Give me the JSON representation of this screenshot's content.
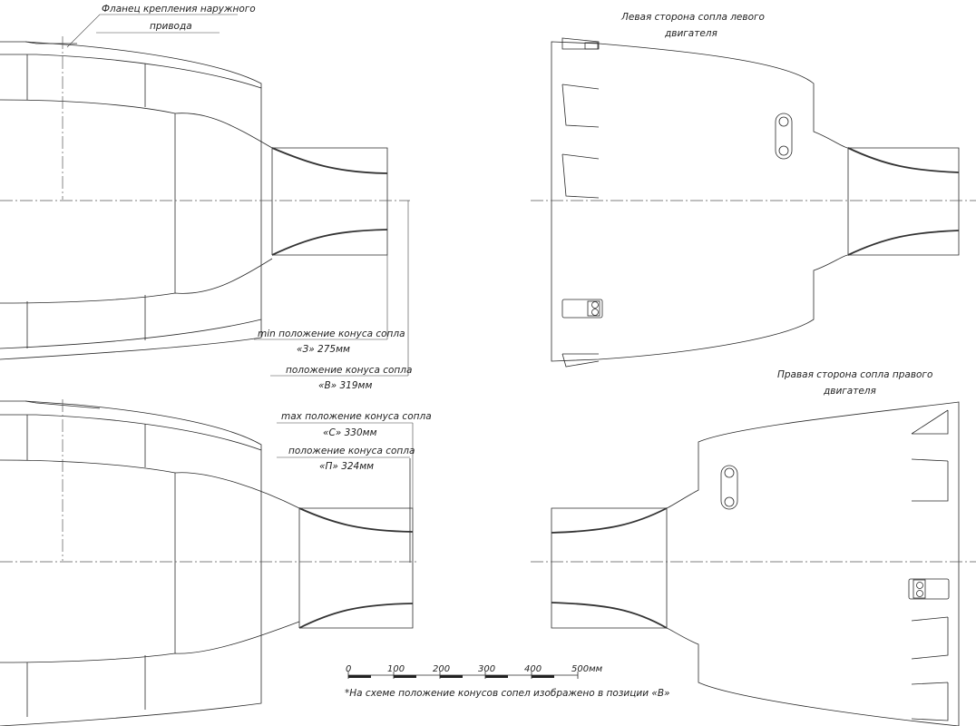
{
  "labels": {
    "flange_line1": "Фланец крепления наружного",
    "flange_line2": "привода",
    "left_side_line1": "Левая сторона сопла левого",
    "left_side_line2": "двигателя",
    "right_side_line1": "Правая сторона сопла правого",
    "right_side_line2": "двигателя",
    "min_line1": "min положение конуса сопла",
    "min_line2": "«З» 275мм",
    "v_line1": "положение конуса сопла",
    "v_line2": "«В» 319мм",
    "max_line1": "max положение конуса сопла",
    "max_line2": "«С» 330мм",
    "p_line1": "положение конуса сопла",
    "p_line2": "«П» 324мм"
  },
  "scale": {
    "ticks": [
      "0",
      "100",
      "200",
      "300",
      "400",
      "500мм"
    ]
  },
  "note": "*На схеме положение конусов сопел изображено в позиции «В»"
}
